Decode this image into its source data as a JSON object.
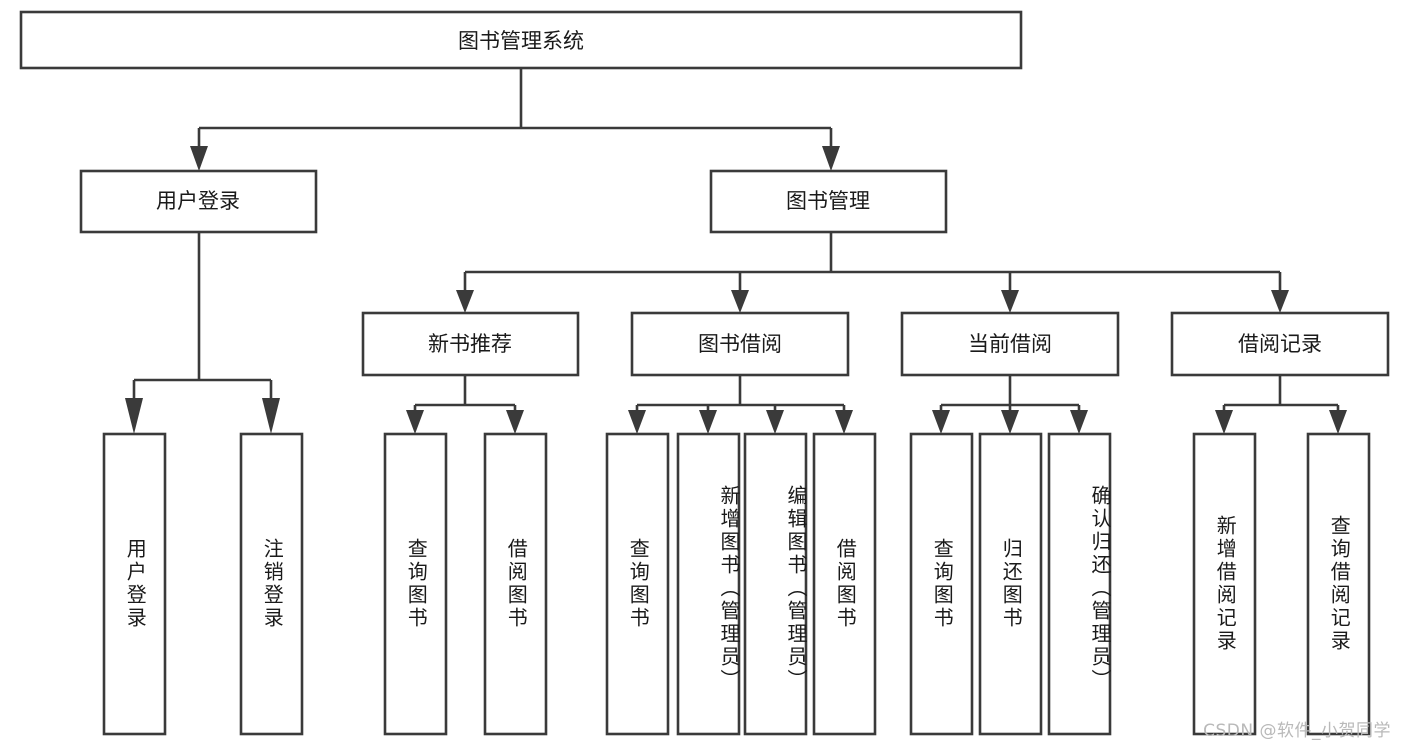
{
  "diagram": {
    "type": "tree",
    "title": "图书管理系统",
    "orientation": "top-down",
    "colors": {
      "box_stroke": "#3a3a3a",
      "box_fill": "#ffffff",
      "connector": "#3a3a3a",
      "text": "#1a1a1a",
      "watermark": "#b9b9b9",
      "background": "#ffffff"
    },
    "root": {
      "label": "图书管理系统"
    },
    "level2": [
      {
        "label": "用户登录"
      },
      {
        "label": "图书管理"
      }
    ],
    "level3": [
      {
        "label": "新书推荐"
      },
      {
        "label": "图书借阅"
      },
      {
        "label": "当前借阅"
      },
      {
        "label": "借阅记录"
      }
    ],
    "leaves": {
      "user_login": [
        {
          "label": "用户登录"
        },
        {
          "label": "注销登录"
        }
      ],
      "new_book_recommend": [
        {
          "label": "查询图书"
        },
        {
          "label": "借阅图书"
        }
      ],
      "book_borrow": [
        {
          "label": "查询图书"
        },
        {
          "label": "新增图书（管理员）"
        },
        {
          "label": "编辑图书（管理员）"
        },
        {
          "label": "借阅图书"
        }
      ],
      "current_borrow": [
        {
          "label": "查询图书"
        },
        {
          "label": "归还图书"
        },
        {
          "label": "确认归还（管理员）"
        }
      ],
      "borrow_record": [
        {
          "label": "新增借阅记录"
        },
        {
          "label": "查询借阅记录"
        }
      ]
    }
  },
  "watermark": {
    "text": "CSDN @软件_小贺同学"
  }
}
